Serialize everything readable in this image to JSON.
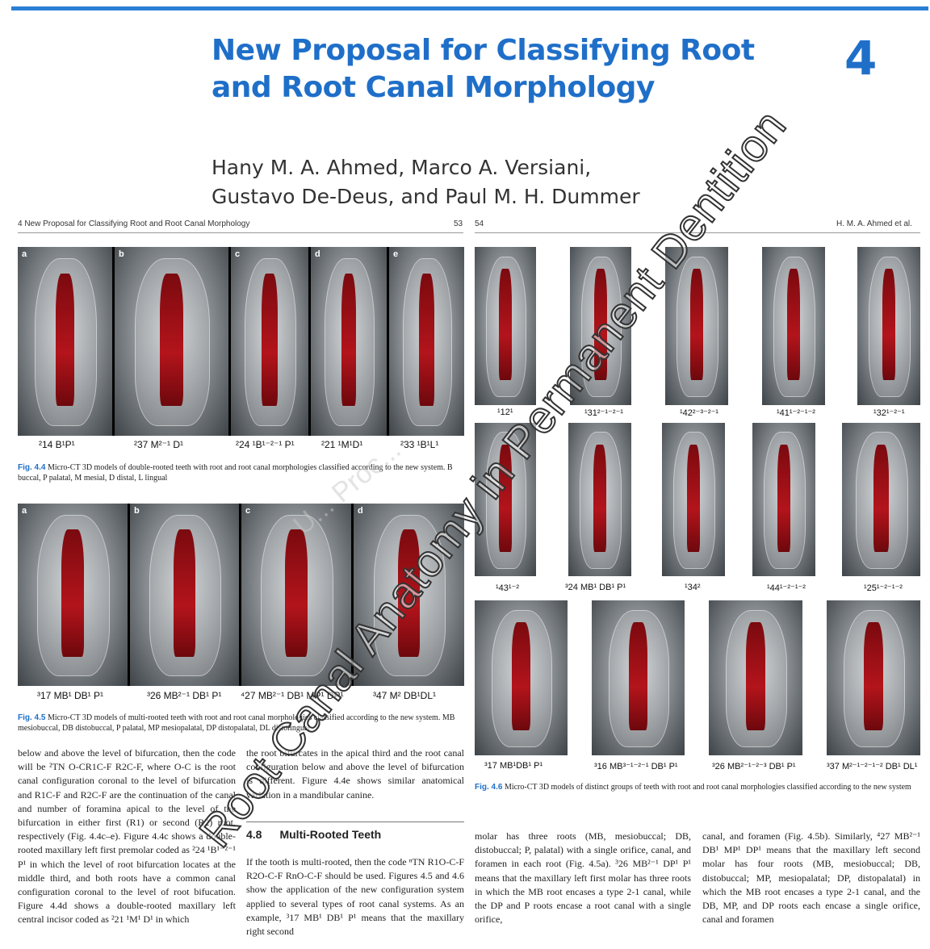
{
  "chapter": {
    "title_line1": "New Proposal for Classifying Root",
    "title_line2": "and Root Canal Morphology",
    "number": "4",
    "authors_line1": "Hany M. A. Ahmed, Marco A. Versiani,",
    "authors_line2": "Gustavo De-Deus, and Paul M. H. Dummer"
  },
  "left_page": {
    "running_head": "4   New Proposal for Classifying Root and Root Canal Morphology",
    "page_number": "53",
    "fig44": {
      "panels": [
        {
          "letter": "a",
          "label": "²14 B¹P¹"
        },
        {
          "letter": "b",
          "label": "²37 M²⁻¹ D¹"
        },
        {
          "letter": "c",
          "label": "²24 ¹B¹⁻²⁻¹ P¹"
        },
        {
          "letter": "d",
          "label": "²21 ¹M¹D¹"
        },
        {
          "letter": "e",
          "label": "²33 ¹B¹L¹"
        }
      ],
      "caption_label": "Fig. 4.4",
      "caption_text": "Micro-CT 3D models of double-rooted teeth with root and root canal morphologies classified according to the new system. B buccal, P palatal, M mesial, D distal, L lingual"
    },
    "fig45": {
      "panels": [
        {
          "letter": "a",
          "label": "³17 MB¹ DB¹ P¹"
        },
        {
          "letter": "b",
          "label": "³26 MB²⁻¹ DB¹ P¹"
        },
        {
          "letter": "c",
          "label": "⁴27 MB²⁻¹ DB¹ MP¹ DP¹"
        },
        {
          "letter": "d",
          "label": "³47 M² DB¹DL¹"
        }
      ],
      "caption_label": "Fig. 4.5",
      "caption_text": "Micro-CT 3D models of multi-rooted teeth with root and root canal morphologies classified according to the new system. MB mesiobuccal, DB distobuccal, P palatal, MP mesiopalatal, DP distopalatal, DL distolingual"
    },
    "col1_text": "below and above the level of bifurcation, then the code will be ²TN O-CR1C-F R2C-F, where O-C is the root canal configuration coronal to the level of bifurcation and R1C-F and R2C-F are the continuation of the canal and number of foramina apical to the level of the bifurcation in either first (R1) or second (R2) root, respectively (Fig. 4.4c–e). Figure 4.4c shows a double-rooted maxillary left first premolar coded as ²24 ¹B¹⁻²⁻¹ P¹ in which the level of root bifurcation locates at the middle third, and both roots have a common canal configuration coronal to the level of root bifucation. Figure 4.4d shows a double-rooted maxillary left central incisor coded as ²21 ¹M¹ D¹ in which",
    "col2_text": "the root bifurcates in the apical third and the root canal configuration below and above the level of bifurcation is different. Figure 4.4e shows similar anatomical variation in a mandibular canine.",
    "section_number": "4.8",
    "section_title": "Multi-Rooted Teeth",
    "col2_text_b": "If the tooth is multi-rooted, then the code ⁿTN R1O-C-F R2O-C-F RnO-C-F should be used. Figures 4.5 and 4.6 show the application of the new configuration system applied to several types of root canal systems. As an example, ³17 MB¹ DB¹ P¹ means that the maxillary right second"
  },
  "right_page": {
    "page_number": "54",
    "running_head": "H. M. A. Ahmed et al.",
    "fig46_row1": [
      "¹12¹",
      "¹31²⁻¹⁻²⁻¹",
      "¹42²⁻³⁻²⁻¹",
      "¹41¹⁻²⁻¹⁻²",
      "¹32¹⁻²⁻¹"
    ],
    "fig46_row2": [
      "¹43¹⁻²",
      "³24 MB¹ DB¹ P¹",
      "¹34²",
      "¹44¹⁻²⁻¹⁻²",
      "¹25¹⁻²⁻¹⁻²"
    ],
    "fig46_row3": [
      "³17 MB¹DB¹ P¹",
      "³16 MB³⁻¹⁻²⁻¹ DB¹ P¹",
      "³26 MB²⁻¹⁻²⁻³ DB¹ P¹",
      "³37 M²⁻¹⁻²⁻¹⁻² DB¹ DL¹"
    ],
    "fig46_caption_label": "Fig. 4.6",
    "fig46_caption_text": "Micro-CT 3D models of distinct groups of teeth with root and root canal morphologies classified according to the new system",
    "col1_text": "molar has three roots (MB, mesiobuccal; DB, distobuccal; P, palatal) with a single orifice, canal, and foramen in each root (Fig. 4.5a). ³26 MB²⁻¹ DP¹ P¹ means that the maxillary left first molar has three roots in which the MB root encases a type 2-1 canal, while the DP and P roots encase a root canal with a single orifice,",
    "col2_text": "canal, and foramen (Fig. 4.5b). Similarly, ⁴27 MB²⁻¹ DB¹ MP¹ DP¹ means that the maxillary left second molar has four roots (MB, mesiobuccal; DB, distobuccal; MP, mesiopalatal; DP, distopalatal) in which the MB root encases a type 2-1 canal, and the DB, MP, and DP roots each encase a single orifice, canal and foramen"
  },
  "watermark": "Root Canal Anatomy in Permanent Dentition",
  "watermark_faint": "U... Proc..."
}
